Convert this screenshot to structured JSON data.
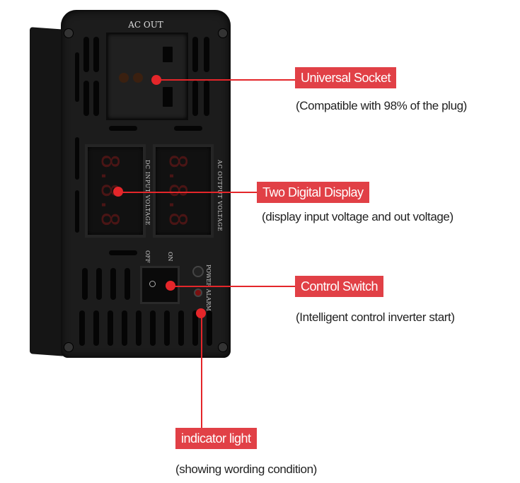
{
  "device": {
    "panel_label": "AC OUT",
    "display_left_label": "DC INPUT VOLTAGE",
    "display_right_label": "AC OUTPUT VOLTAGE",
    "display_digits": "8.8.8",
    "switch_off": "OFF",
    "switch_on": "ON",
    "indicator_labels": "POWER ALARM"
  },
  "callouts": [
    {
      "title": "Universal Socket",
      "description": "(Compatible with 98% of the plug)"
    },
    {
      "title": "Two Digital Display",
      "description": "(display input voltage and out voltage)"
    },
    {
      "title": "Control Switch",
      "description": "(Intelligent control inverter start)"
    },
    {
      "title": "indicator light",
      "description": "(showing wording condition)"
    }
  ],
  "colors": {
    "accent": "#e14046",
    "device": "#1c1c1c"
  }
}
